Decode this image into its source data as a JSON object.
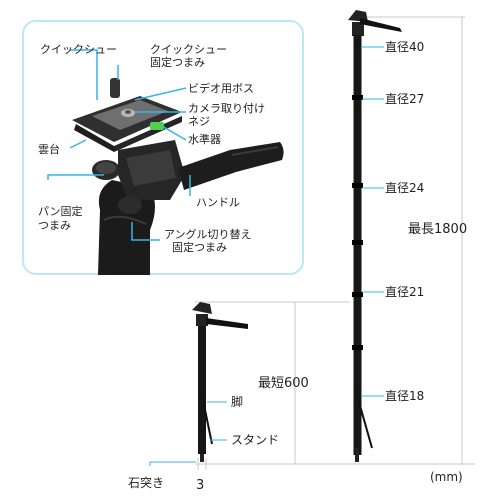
{
  "colors": {
    "callout": "#35b6e6",
    "border": "#bfe6f6",
    "body": "#111111",
    "dim": "#c9c9c9"
  },
  "head_parts": {
    "quick_shoe": "クイックシュー",
    "quick_shoe_lock": [
      "クイックシュー",
      "固定つまみ"
    ],
    "video_boss": "ビデオ用ボス",
    "camera_screw": [
      "カメラ取り付け",
      "ネジ"
    ],
    "level": "水準器",
    "pan_head": "雲台",
    "handle": "ハンドル",
    "pan_lock": [
      "パン固定",
      "つまみ"
    ],
    "angle_lock": [
      "アングル切り替え",
      "固定つまみ"
    ]
  },
  "diameters": [
    {
      "label": "直径40"
    },
    {
      "label": "直径27"
    },
    {
      "label": "直径24"
    },
    {
      "label": "直径21"
    },
    {
      "label": "直径18"
    }
  ],
  "dimensions": {
    "max_length": "最長1800",
    "min_length": "最短600",
    "unit": "(mm)",
    "tip_size": "3"
  },
  "parts": {
    "leg": "脚",
    "stand": "スタンド",
    "stone_tip": "石突き"
  }
}
